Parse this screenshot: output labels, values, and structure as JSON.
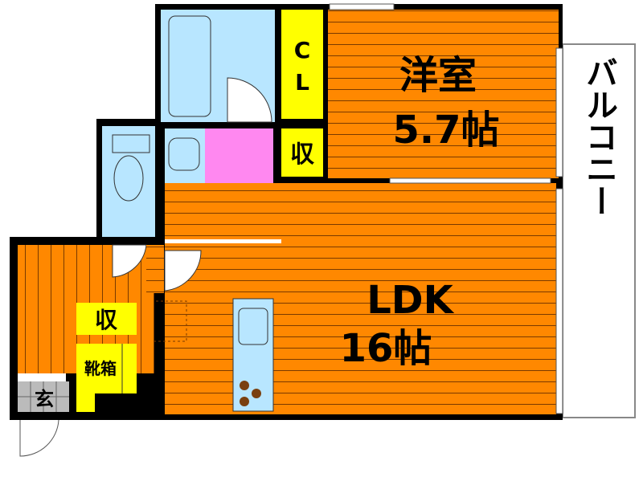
{
  "rooms": {
    "western_room": {
      "name": "洋室",
      "size": "5.7帖"
    },
    "ldk": {
      "name": "LDK",
      "size": "16帖"
    },
    "closet": {
      "label_c": "C",
      "label_l": "L"
    },
    "storage_upper": {
      "label": "収"
    },
    "storage_hall": {
      "label": "収"
    },
    "shoe_box": {
      "label": "靴箱"
    },
    "entrance": {
      "label": "玄"
    },
    "balcony": {
      "label": "バルコニー"
    }
  },
  "colors": {
    "floor": "#ff8800",
    "wall": "#000000",
    "storage": "#ffff00",
    "water": "#b8e6ff",
    "washroom": "#ff88f0",
    "entrance": "#bbbbbb"
  }
}
